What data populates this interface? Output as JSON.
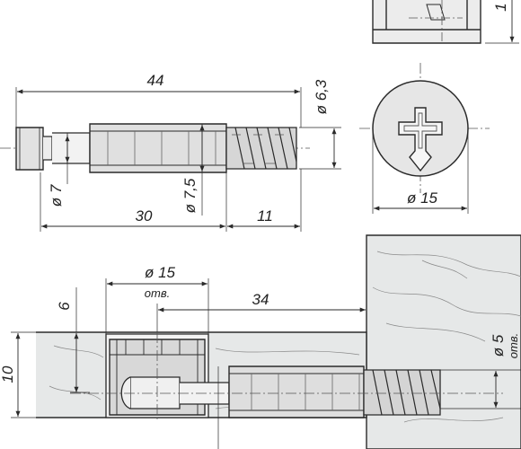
{
  "colors": {
    "line": "#2a2a2a",
    "fill": "#dcdcdc",
    "fill_light": "#efefef",
    "wood": "#e4e6e6",
    "center": "#555555"
  },
  "top_view": {
    "dim_partial": "1"
  },
  "side_view": {
    "length_total": "44",
    "diameter_thread": "ø 6,3",
    "diameter_shank": "ø 7",
    "diameter_body": "ø 7,5",
    "length_body": "30",
    "length_thread": "11"
  },
  "end_view": {
    "diameter_head": "ø 15"
  },
  "assembly": {
    "hole_diameter": "ø 15",
    "hole_label": "отв.",
    "depth_offset": "6",
    "height": "10",
    "distance": "34",
    "bore_diameter": "ø 5",
    "bore_label": "отв."
  }
}
